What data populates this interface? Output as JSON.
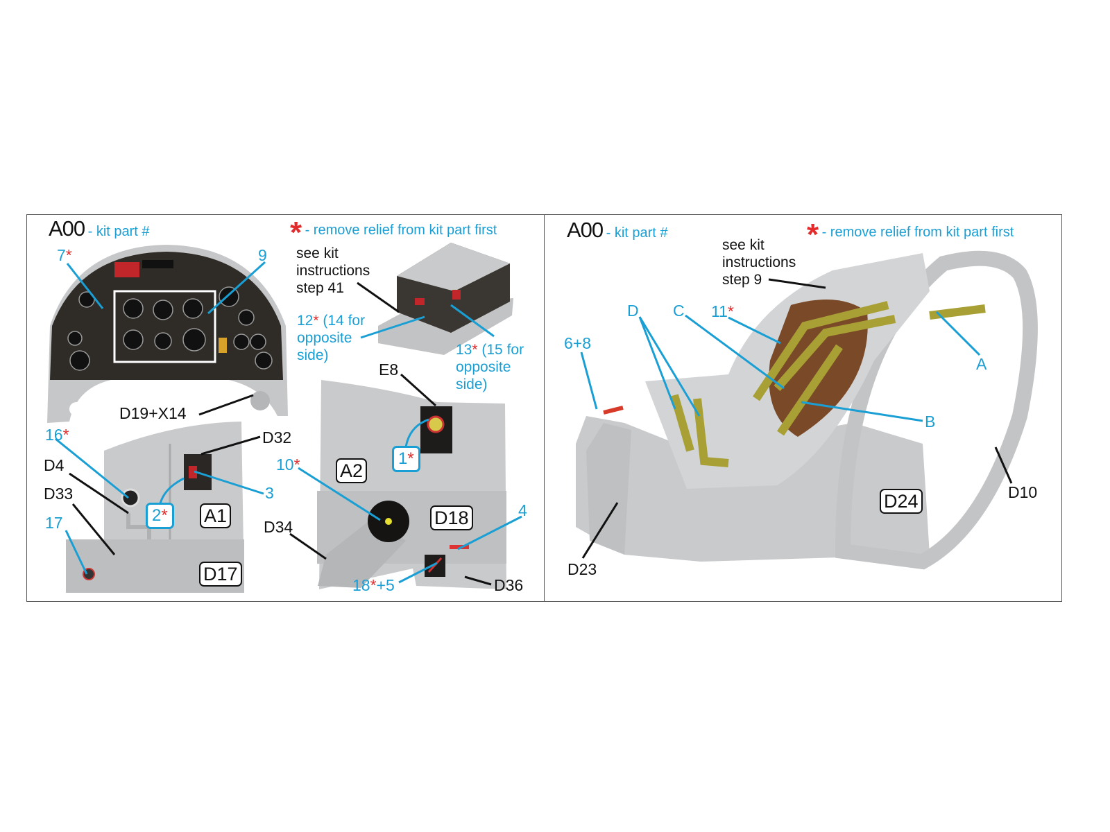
{
  "legend": {
    "part_code": "A00",
    "part_desc": "- kit part #",
    "star": "*",
    "star_desc": "- remove relief from kit part first"
  },
  "left": {
    "labels": {
      "l7": "7",
      "l9": "9",
      "l12": "12",
      "l12_rest": " (14 for\nopposite\nside)",
      "l13": "13",
      "l13_rest": " (15 for\nopposite\nside)",
      "see41": "see kit\ninstructions\nstep 41",
      "d19": "D19+X14",
      "l16": "16",
      "d4": "D4",
      "d33": "D33",
      "l17": "17",
      "d32": "D32",
      "l3": "3",
      "l2": "2",
      "a1": "A1",
      "d17": "D17",
      "e8": "E8",
      "l1": "1",
      "l10": "10",
      "a2": "A2",
      "d18": "D18",
      "l4": "4",
      "d34": "D34",
      "l18": "18",
      "l18_rest": "+5",
      "d36": "D36"
    }
  },
  "right": {
    "labels": {
      "see9": "see kit\ninstructions\nstep 9",
      "d": "D",
      "c": "C",
      "l11": "11",
      "l68": "6+8",
      "a": "A",
      "b": "B",
      "d24": "D24",
      "d10": "D10",
      "d23": "D23"
    }
  },
  "colors": {
    "accent_blue": "#1a9fd4",
    "star_red": "#e32b2b",
    "part_gray": "#c9cacc",
    "panel_dark": "#2f2c28",
    "strap": "#a8a035"
  }
}
